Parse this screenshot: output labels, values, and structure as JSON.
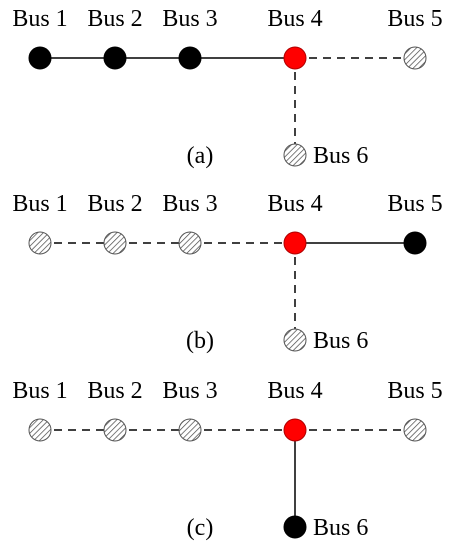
{
  "colors": {
    "energized": "#000000",
    "source": "#ff0000",
    "de_energized_fill": "hatch",
    "energized_line": "#000000"
  },
  "bus_labels": {
    "bus1": "Bus 1",
    "bus2": "Bus 2",
    "bus3": "Bus 3",
    "bus4": "Bus 4",
    "bus5": "Bus 5",
    "bus6": "Bus 6"
  },
  "panels": [
    {
      "caption": "(a)",
      "bus_states": {
        "bus1": "energized",
        "bus2": "energized",
        "bus3": "energized",
        "bus4": "source",
        "bus5": "de-energized",
        "bus6": "de-energized"
      },
      "line_states": {
        "l12": "solid",
        "l23": "solid",
        "l34": "solid",
        "l45": "dashed",
        "l46": "dashed"
      }
    },
    {
      "caption": "(b)",
      "bus_states": {
        "bus1": "de-energized",
        "bus2": "de-energized",
        "bus3": "de-energized",
        "bus4": "source",
        "bus5": "energized",
        "bus6": "de-energized"
      },
      "line_states": {
        "l12": "dashed",
        "l23": "dashed",
        "l34": "dashed",
        "l45": "solid",
        "l46": "dashed"
      }
    },
    {
      "caption": "(c)",
      "bus_states": {
        "bus1": "de-energized",
        "bus2": "de-energized",
        "bus3": "de-energized",
        "bus4": "source",
        "bus5": "de-energized",
        "bus6": "energized"
      },
      "line_states": {
        "l12": "dashed",
        "l23": "dashed",
        "l34": "dashed",
        "l45": "dashed",
        "l46": "solid"
      }
    }
  ]
}
